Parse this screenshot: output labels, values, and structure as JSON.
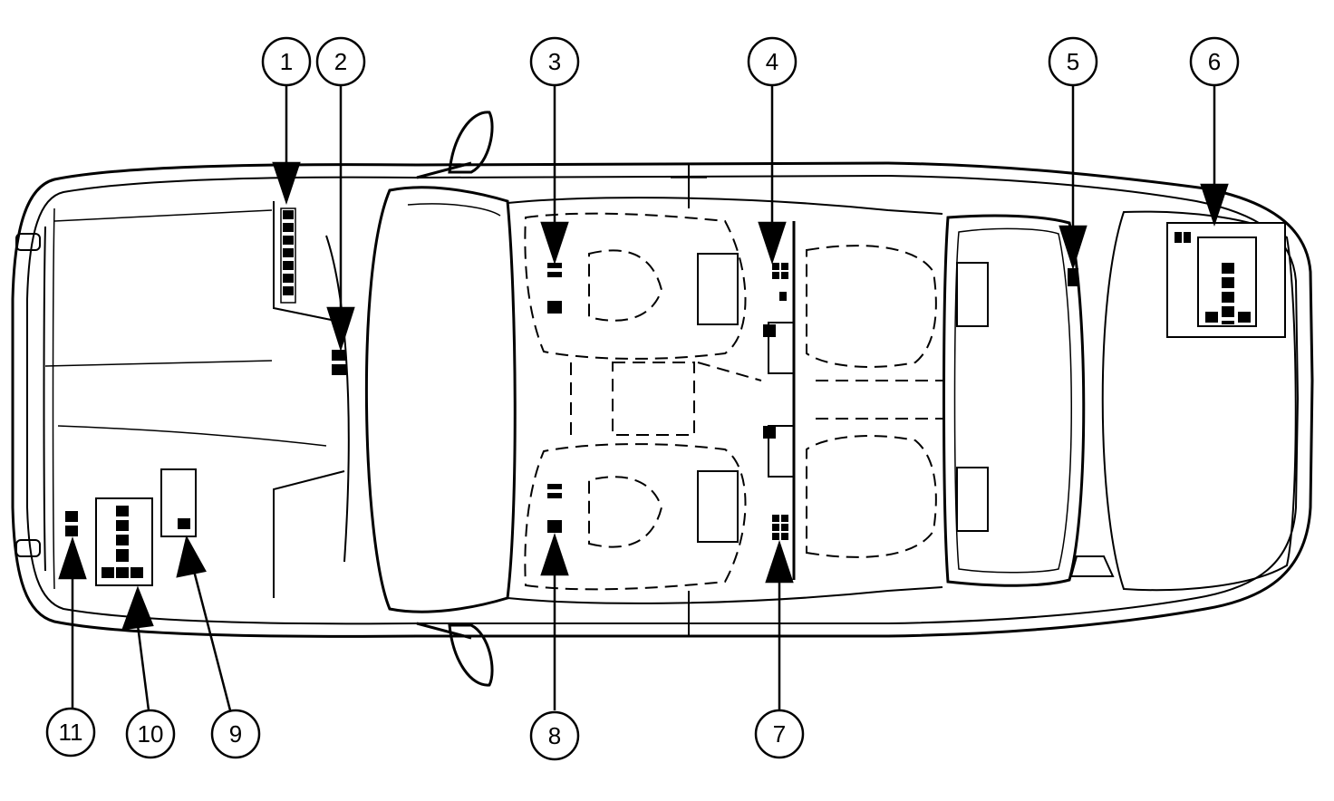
{
  "diagram": {
    "callouts": [
      {
        "id": "1",
        "label": "1"
      },
      {
        "id": "2",
        "label": "2"
      },
      {
        "id": "3",
        "label": "3"
      },
      {
        "id": "4",
        "label": "4"
      },
      {
        "id": "5",
        "label": "5"
      },
      {
        "id": "6",
        "label": "6"
      },
      {
        "id": "7",
        "label": "7"
      },
      {
        "id": "8",
        "label": "8"
      },
      {
        "id": "9",
        "label": "9"
      },
      {
        "id": "10",
        "label": "10"
      },
      {
        "id": "11",
        "label": "11"
      }
    ],
    "colors": {
      "line": "#000000",
      "background": "#ffffff"
    }
  }
}
